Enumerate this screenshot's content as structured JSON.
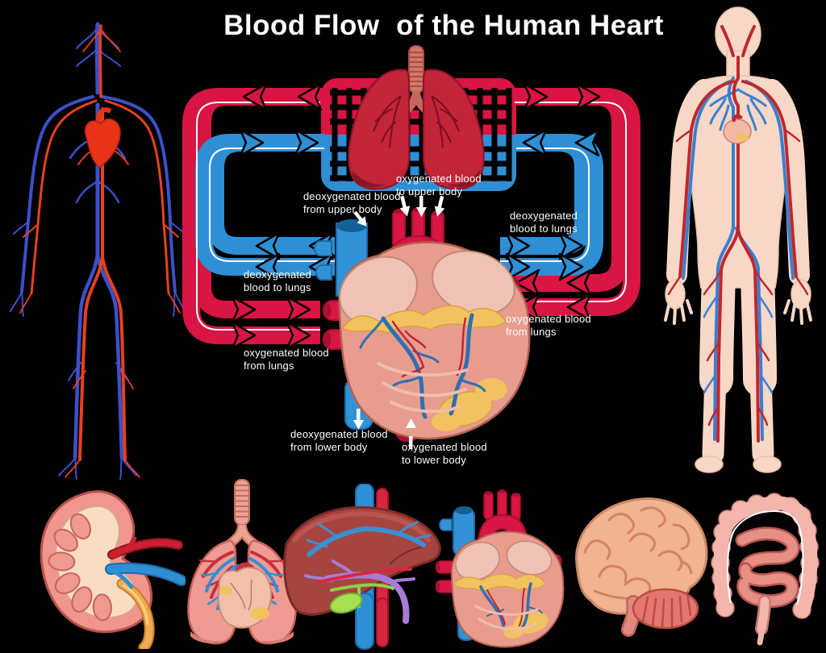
{
  "title": "Blood Flow  of the Human Heart",
  "colors": {
    "background": "#000000",
    "artery_red": "#d81543",
    "vein_blue": "#2f8fd5",
    "lung_red": "#c22438",
    "heart_pink": "#e79c8d",
    "fat_yellow": "#f1c25f",
    "skin": "#f7d8c6",
    "title_text": "#ffffff",
    "label_text": "#ffffff"
  },
  "flow_labels": {
    "deox_from_upper": {
      "l1": "deoxygenated blood",
      "l2": "from upper body"
    },
    "ox_to_upper": {
      "l1": "oxygenated blood",
      "l2": "to upper body"
    },
    "deox_to_lungs_right": {
      "l1": "deoxygenated",
      "l2": "blood to lungs"
    },
    "ox_from_lungs_right": {
      "l1": "oxygenated blood",
      "l2": "from lungs"
    },
    "deox_to_lungs_left": {
      "l1": "deoxygenated",
      "l2": "blood to lungs"
    },
    "ox_from_lungs_left": {
      "l1": "oxygenated blood",
      "l2": "from lungs"
    },
    "deox_from_lower": {
      "l1": "deoxygenated blood",
      "l2": "from lower body"
    },
    "ox_to_lower": {
      "l1": "oxygenated blood",
      "l2": "to lower body"
    }
  },
  "figures": {
    "left": "circulatory-system-figure",
    "center": "heart-lung-blood-flow-diagram",
    "right": "human-body-circulation-figure"
  },
  "organs": [
    "kidney",
    "lungs-with-heart",
    "liver",
    "heart",
    "brain",
    "intestines"
  ]
}
